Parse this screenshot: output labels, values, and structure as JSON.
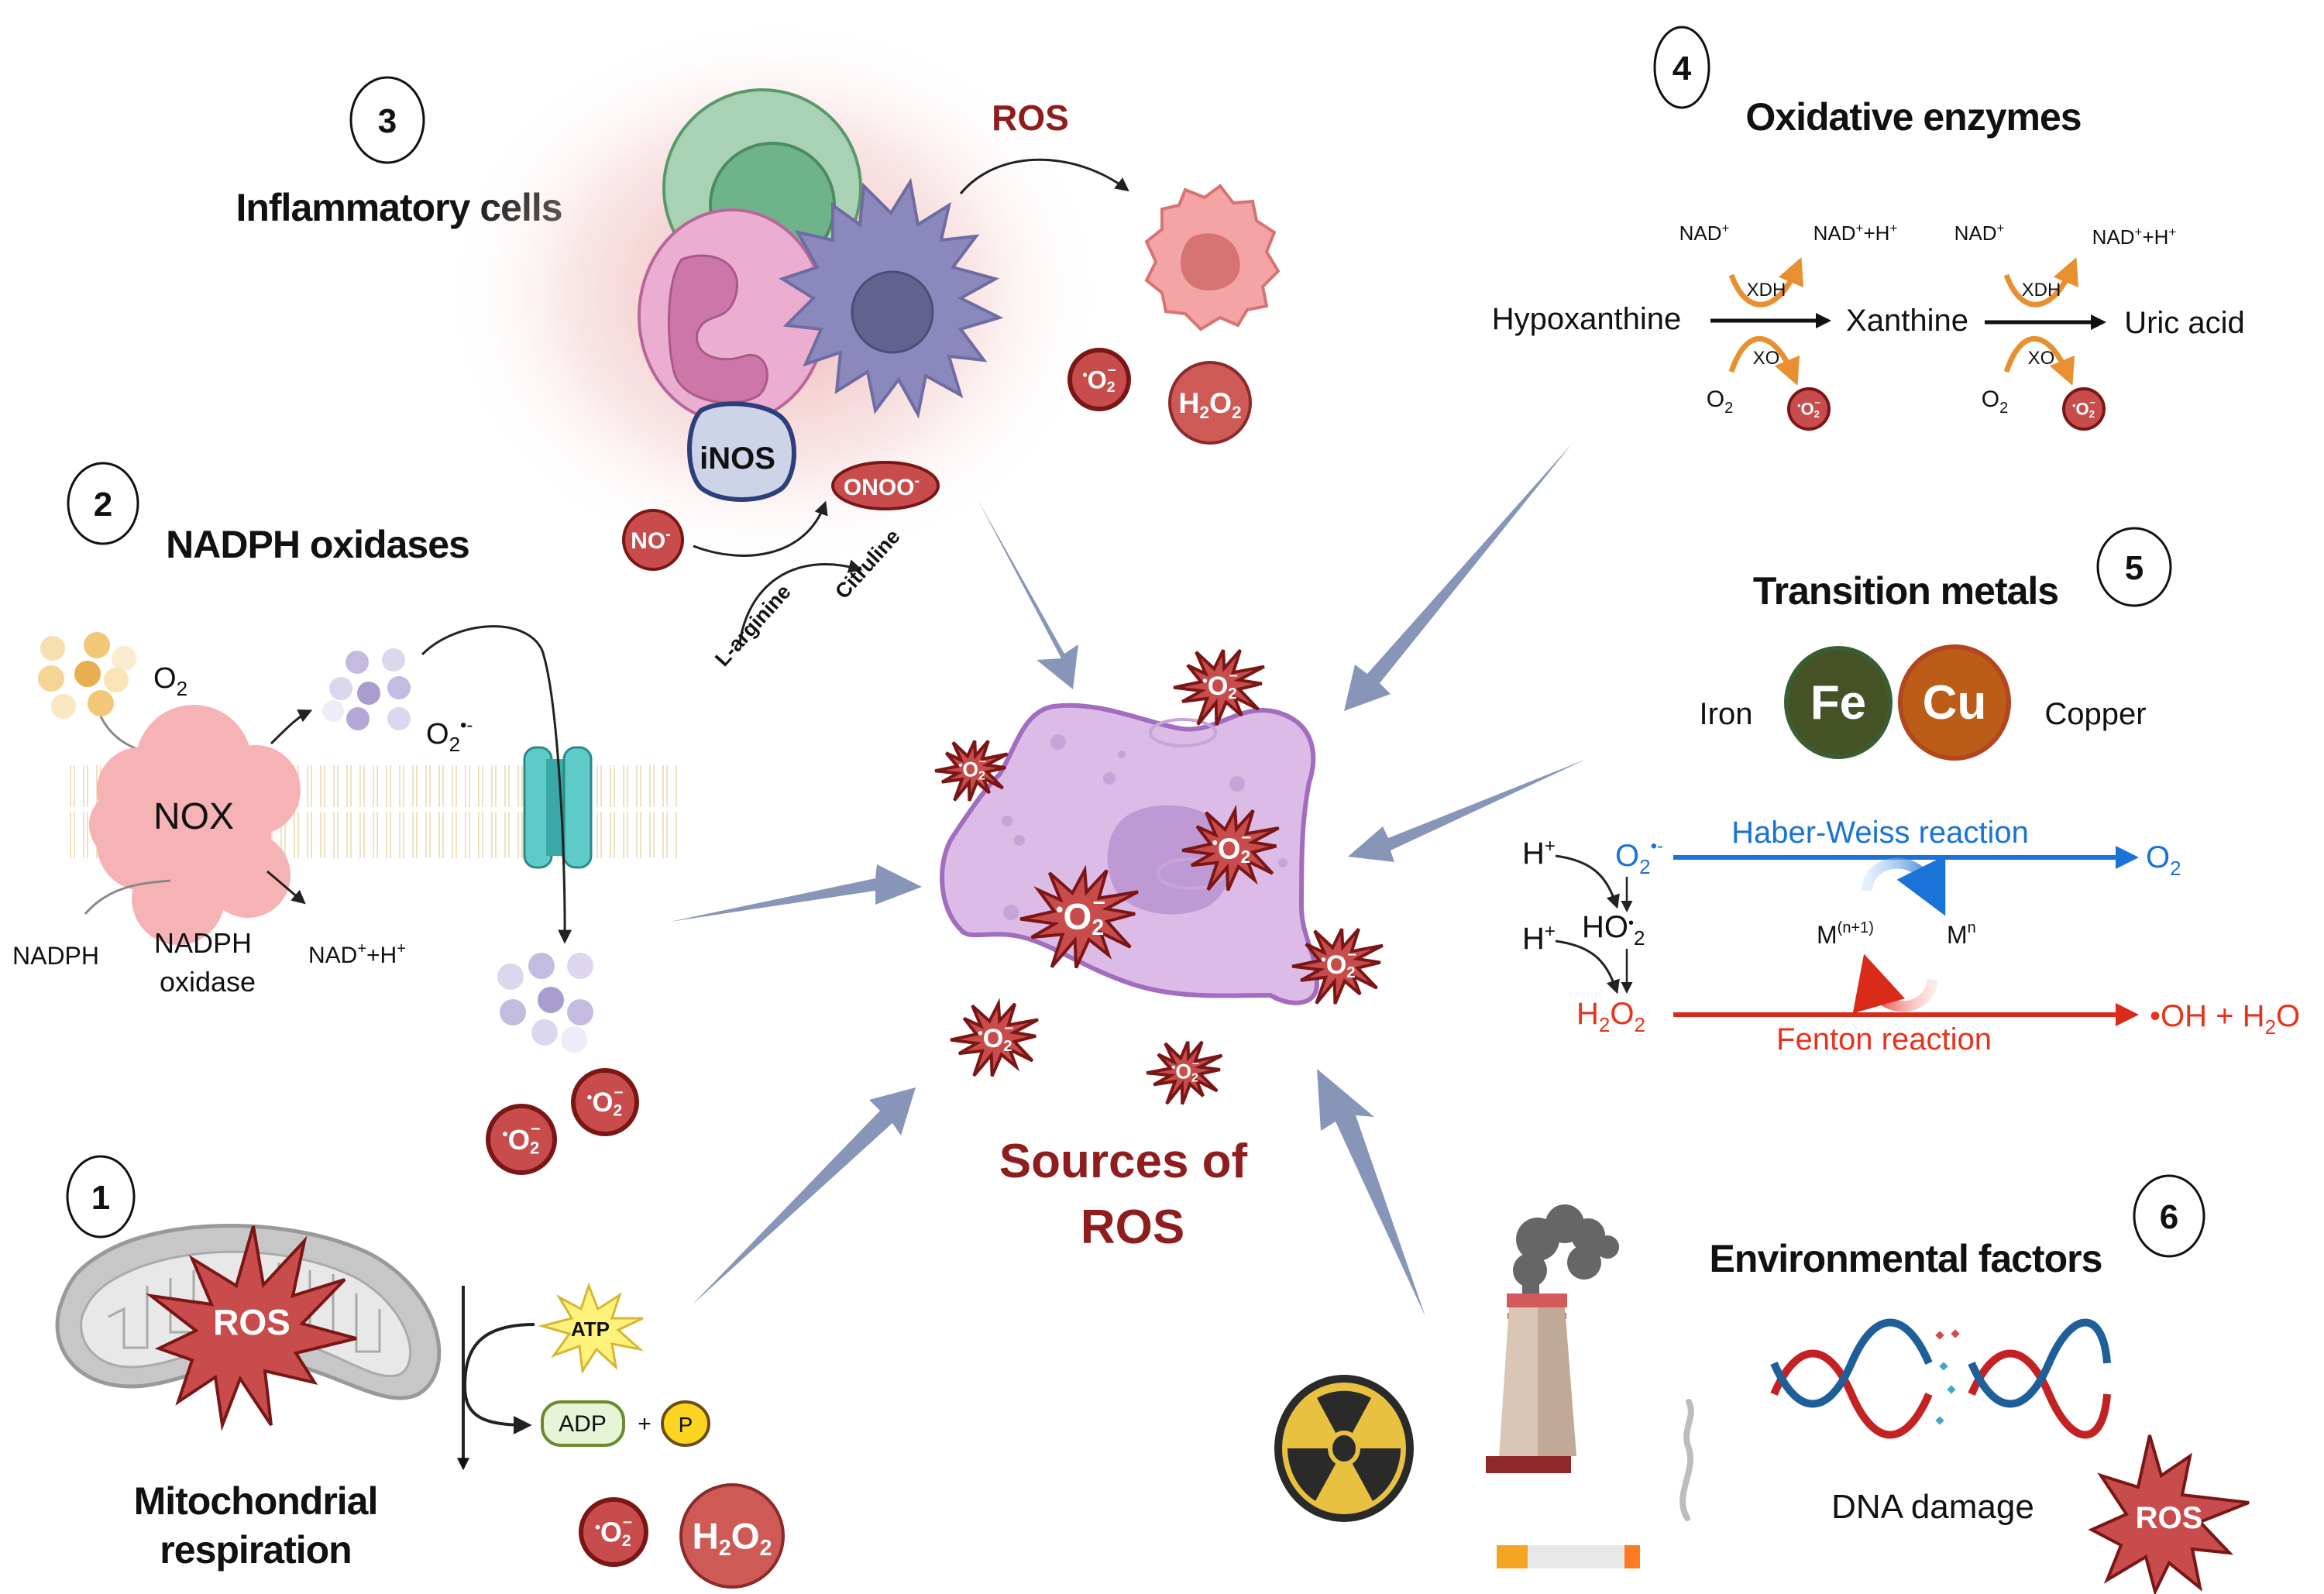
{
  "center": {
    "title_line1": "Sources of",
    "title_line2": "ROS",
    "superoxide_label": "O2",
    "superoxide_charge": "–",
    "radical_dot": "•"
  },
  "sections": {
    "mitochondrial": {
      "number": "1",
      "title_line1": "Mitochondrial",
      "title_line2": "respiration",
      "ros_label": "ROS",
      "atp_label": "ATP",
      "adp_label": "ADP",
      "plus": "+",
      "phosphate_label": "P",
      "products": [
        "O2•–",
        "H2O2"
      ]
    },
    "nadph": {
      "number": "2",
      "title": "NADPH oxidases",
      "o2_label": "O",
      "o2_sub": "2",
      "superoxide_label": "O",
      "superoxide_sub": "2",
      "superoxide_sup": "•-",
      "nox_label": "NOX",
      "nadph_label": "NADPH",
      "enzyme_line1": "NADPH",
      "enzyme_line2": "oxidase",
      "product_label": "NAD",
      "product_sup1": "+",
      "product_mid": "+H",
      "product_sup2": "+"
    },
    "inflammatory": {
      "number": "3",
      "title": "Inflammatory cells",
      "ros_label": "ROS",
      "inos_label": "iNOS",
      "onoo_label": "ONOO",
      "onoo_sup": "-",
      "no_label": "NO",
      "no_sup": "-",
      "larginine_label": "L-arginine",
      "citruline_label": "Citruline",
      "products": [
        "O2•–",
        "H2O2"
      ]
    },
    "oxidative": {
      "number": "4",
      "title": "Oxidative enzymes",
      "substrates": [
        "Hypoxanthine",
        "Xanthine",
        "Uric acid"
      ],
      "cofactor_in": "NAD",
      "cofactor_in_sup": "+",
      "cofactor_out": "NAD",
      "cofactor_out_sup": "+",
      "cofactor_out_mid": "+H",
      "cofactor_out_sup2": "+",
      "enzyme_top": "XDH",
      "enzyme_bottom": "XO",
      "oxygen": "O",
      "oxygen_sub": "2"
    },
    "metals": {
      "number": "5",
      "title": "Transition metals",
      "iron_label": "Iron",
      "iron_symbol": "Fe",
      "copper_symbol": "Cu",
      "copper_label": "Copper",
      "proton": "H",
      "proton_sup": "+",
      "ho2_label": "HO",
      "ho2_dot": "•",
      "ho2_sub": "2",
      "haber_weiss": "Haber-Weiss reaction",
      "fenton": "Fenton reaction",
      "superoxide": "O",
      "superoxide_sub": "2",
      "superoxide_sup": "•-",
      "o2_product": "O",
      "o2_product_sub": "2",
      "h2o2_h": "H",
      "h2o2_sub1": "2",
      "h2o2_o": "O",
      "h2o2_sub2": "2",
      "fenton_product": "•OH + H",
      "fenton_product_sub": "2",
      "fenton_product_end": "O",
      "metal_oxidized": "M",
      "metal_oxidized_sup": "(n+1)",
      "metal_reduced": "M",
      "metal_reduced_sup": "n"
    },
    "environmental": {
      "number": "6",
      "title": "Environmental factors",
      "dna_label": "DNA damage",
      "ros_label": "ROS"
    }
  },
  "colors": {
    "ros_red": "#c94c4c",
    "ros_dark": "#7a1616",
    "title_red": "#8f1d1d",
    "arrow_blue": "#8796b8",
    "haber_blue": "#1a73d6",
    "fenton_red": "#e8321c",
    "enzyme_orange": "#e89030",
    "iron_green": "#445226",
    "copper_orange": "#bb5d18"
  }
}
